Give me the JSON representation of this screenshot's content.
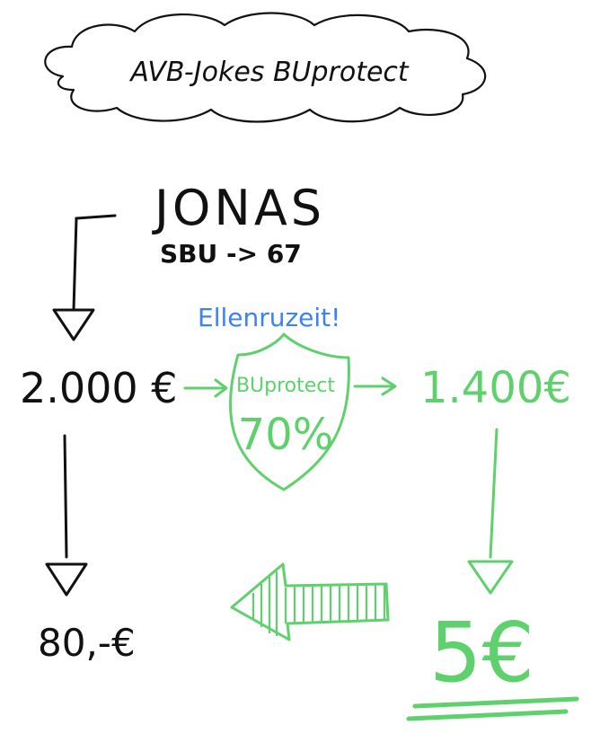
{
  "title": "AVB-Jokes BUprotect",
  "person": {
    "name": "JONAS",
    "tag": "SBU -> 67"
  },
  "income": "2.000 €",
  "shield": {
    "label": "BUprotect",
    "percent": "70%"
  },
  "exclamation": "Ellenruzeit!",
  "benefit": "1.400€",
  "cost": "5€",
  "result": "80,-€",
  "colors": {
    "ink": "#111111",
    "green": "#5fd16c",
    "blue": "#3b82f6"
  }
}
